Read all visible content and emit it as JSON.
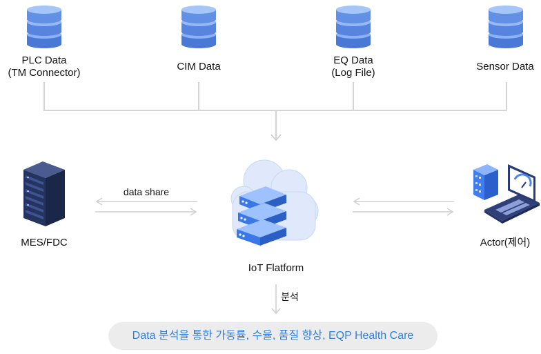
{
  "sources": [
    {
      "label_1": "PLC Data",
      "label_2": "(TM Connector)"
    },
    {
      "label_1": "CIM Data",
      "label_2": ""
    },
    {
      "label_1": "EQ Data",
      "label_2": "(Log File)"
    },
    {
      "label_1": "Sensor Data",
      "label_2": ""
    }
  ],
  "left_node": {
    "label": "MES/FDC"
  },
  "center_node": {
    "label": "IoT Flatform"
  },
  "right_node": {
    "label": "Actor(제어)"
  },
  "share_label": "data share",
  "analysis_label": "분석",
  "result_text": "Data 분석을 통한 가동률, 수율, 품질 향상, EQP Health Care",
  "colors": {
    "accent": "#2f7fe0",
    "db_blue": "#5b8de6",
    "server_navy": "#2b3a67",
    "line_gray": "#d4d4d4"
  },
  "icons": [
    "database-icon",
    "server-rack-icon",
    "cloud-server-icon",
    "laptop-dashboard-icon",
    "arrow-down-icon",
    "arrow-left-icon",
    "arrow-right-icon"
  ]
}
